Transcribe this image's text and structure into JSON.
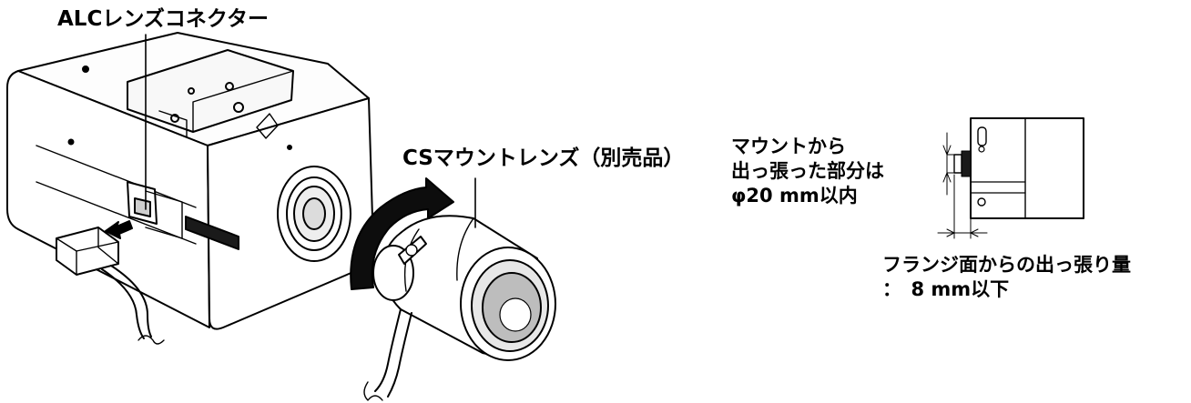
{
  "labels": {
    "alc_connector": "ALCレンズコネクター",
    "cs_mount_lens": "CSマウントレンズ（別売品）",
    "mount_protrusion": [
      "マウントから",
      "出っ張った部分は",
      "φ20 mm以内"
    ],
    "flange_protrusion": [
      "フランジ面からの出っ張り量",
      "：　8 mm以下"
    ]
  }
}
